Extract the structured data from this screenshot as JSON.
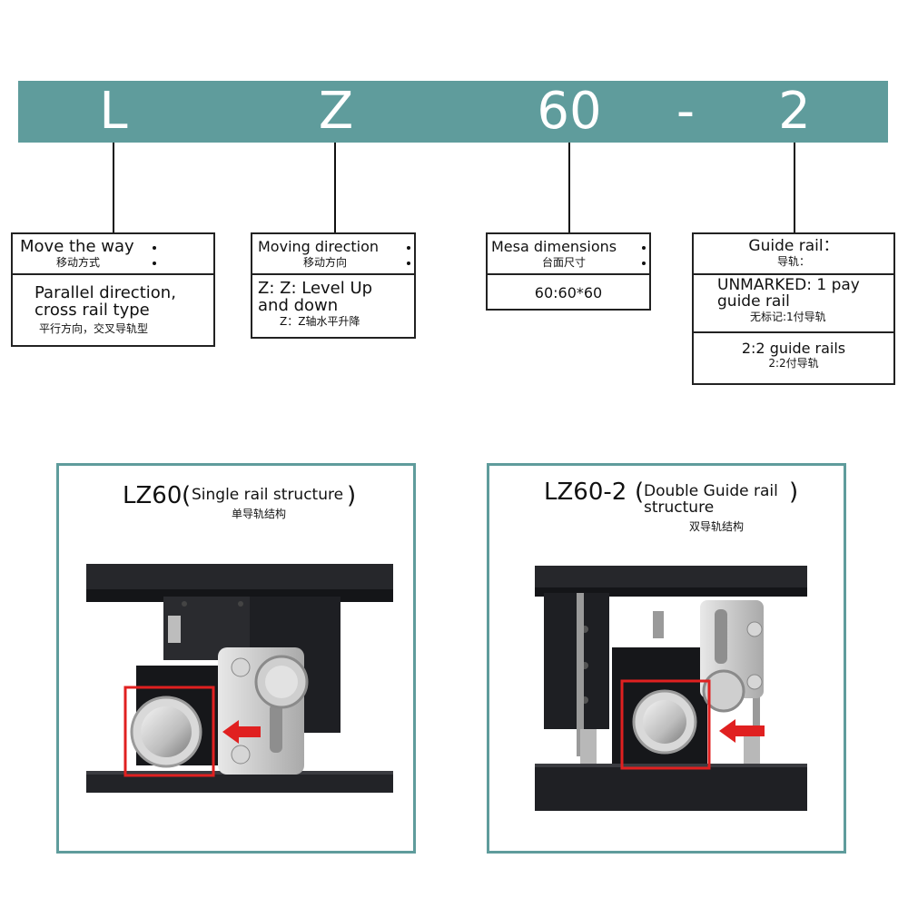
{
  "code": {
    "l": "L",
    "z": "Z",
    "size": "60",
    "dash": "-",
    "rails": "2"
  },
  "move_way": {
    "title_en": "Move the way",
    "title_cn": "移动方式",
    "value_en": "Parallel direction, cross rail type",
    "value_cn": "平行方向，交叉导轨型"
  },
  "moving_direction": {
    "title_en": "Moving direction",
    "title_cn": "移动方向",
    "value_en": "Z: Z: Level Up and down",
    "value_cn": "Z：Z轴水平升降"
  },
  "mesa": {
    "title_en": "Mesa dimensions",
    "title_cn": "台面尺寸",
    "value": "60:60*60"
  },
  "guide_rail": {
    "title_en": "Guide rail：",
    "title_cn": "导轨：",
    "opt1_en": "UNMARKED: 1 pay guide rail",
    "opt1_cn": "无标记:1付导轨",
    "opt2_en": "2:2 guide rails",
    "opt2_cn": "2:2付导轨"
  },
  "panel_left": {
    "model": "LZ60",
    "paren_open": "(",
    "desc": "Single rail structure",
    "paren_close": ")",
    "cn": "单导轨结构"
  },
  "panel_right": {
    "model": "LZ60-2",
    "paren_open": "(",
    "desc1": "Double Guide rail",
    "desc2": "structure",
    "paren_close": ")",
    "cn": "双导轨结构"
  },
  "colors": {
    "accent": "#5f9c9c",
    "highlight": "#e02020",
    "metal": "#1c1d20"
  }
}
